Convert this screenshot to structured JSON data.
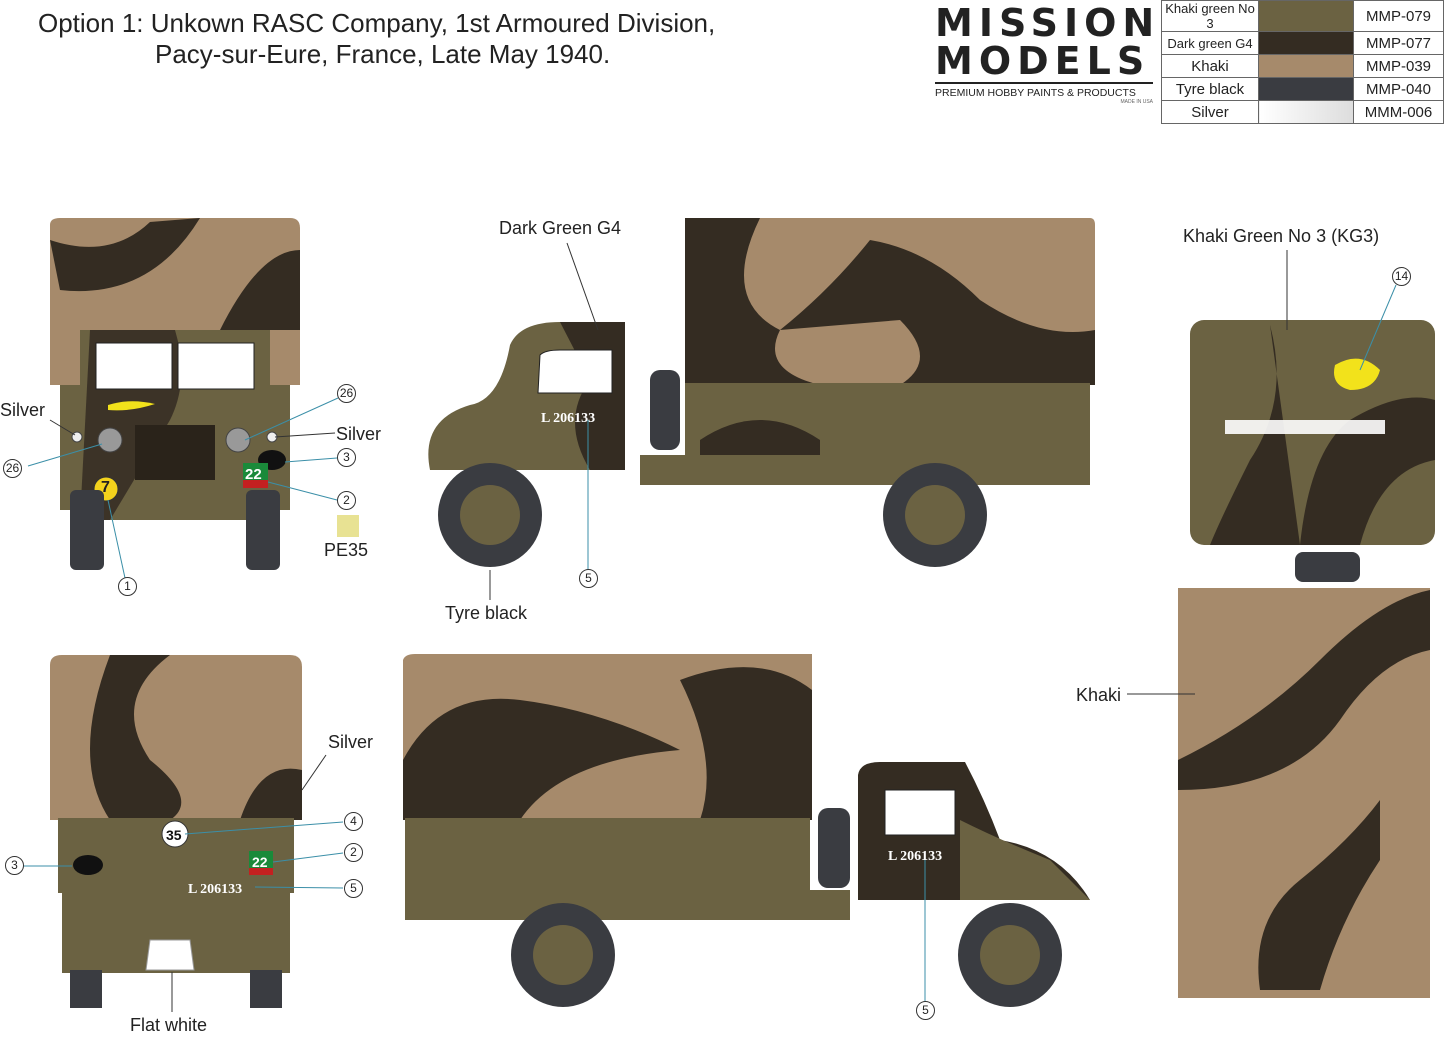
{
  "title": {
    "line1": "Option 1: Unkown RASC Company, 1st Armoured Division,",
    "line2": "Pacy-sur-Eure, France, Late May 1940."
  },
  "logo": {
    "line1": "MISSION",
    "line2": "MODELS",
    "tagline": "PREMIUM HOBBY PAINTS & PRODUCTS",
    "small": "MADE IN USA"
  },
  "paints": [
    {
      "name": "Khaki green No 3",
      "color": "#6b6242",
      "code": "MMP-079"
    },
    {
      "name": "Dark green G4",
      "color": "#342c22",
      "code": "MMP-077"
    },
    {
      "name": "Khaki",
      "color": "#a68a6b",
      "code": "MMP-039"
    },
    {
      "name": "Tyre black",
      "color": "#3a3c41",
      "code": "MMP-040"
    },
    {
      "name": "Silver",
      "color": "#e4e4e4",
      "code": "MMM-006"
    }
  ],
  "labels": {
    "silver_left": "Silver",
    "silver_right": "Silver",
    "silver_rear": "Silver",
    "pe35": "PE35",
    "dark_green": "Dark Green G4",
    "tyre_black": "Tyre black",
    "kg3": "Khaki Green No 3 (KG3)",
    "khaki": "Khaki",
    "flat_white": "Flat white"
  },
  "markings": {
    "reg_number": "L 206133",
    "unit_sign": "22",
    "bridge": "7",
    "bridge_rear": "35"
  },
  "callouts": {
    "c1": "1",
    "c2": "2",
    "c3": "3",
    "c4": "4",
    "c5": "5",
    "c14": "14",
    "c26": "26"
  }
}
